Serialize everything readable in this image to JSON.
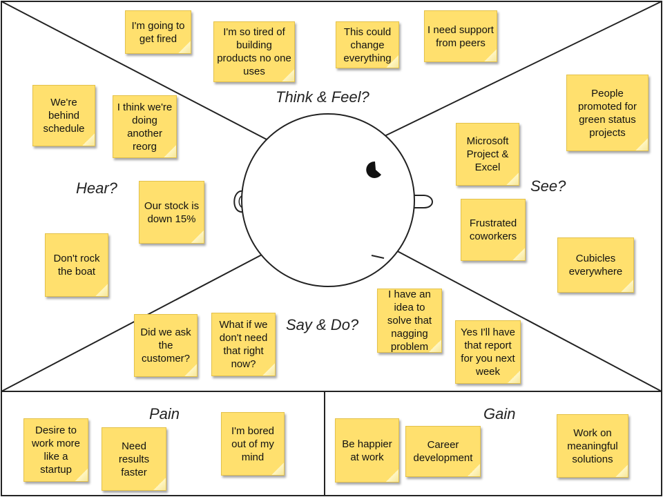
{
  "colors": {
    "note": "#ffe06e",
    "note_border": "#e3c14a",
    "line": "#222222"
  },
  "quadrants": {
    "think_feel": "Think & Feel?",
    "hear": "Hear?",
    "see": "See?",
    "say_do": "Say & Do?",
    "pain": "Pain",
    "gain": "Gain"
  },
  "notes": {
    "think_feel": [
      "I'm going to get fired",
      "I'm so tired of building products no one uses",
      "This could change everything",
      "I need support from peers"
    ],
    "hear": [
      "We're behind schedule",
      "I think we're doing another reorg",
      "Our stock is down 15%",
      "Don't rock the boat"
    ],
    "see": [
      "People promoted for green status projects",
      "Microsoft Project & Excel",
      "Frustrated coworkers",
      "Cubicles everywhere"
    ],
    "say_do": [
      "Did we ask the customer?",
      "What if we don't need that right now?",
      "I have an idea to solve that nagging problem",
      "Yes I'll have that report for you next week"
    ],
    "pain": [
      "Desire to work more like a startup",
      "Need results faster",
      "I'm bored out of my mind"
    ],
    "gain": [
      "Be happier at work",
      "Career development",
      "Work on meaningful solutions"
    ]
  }
}
